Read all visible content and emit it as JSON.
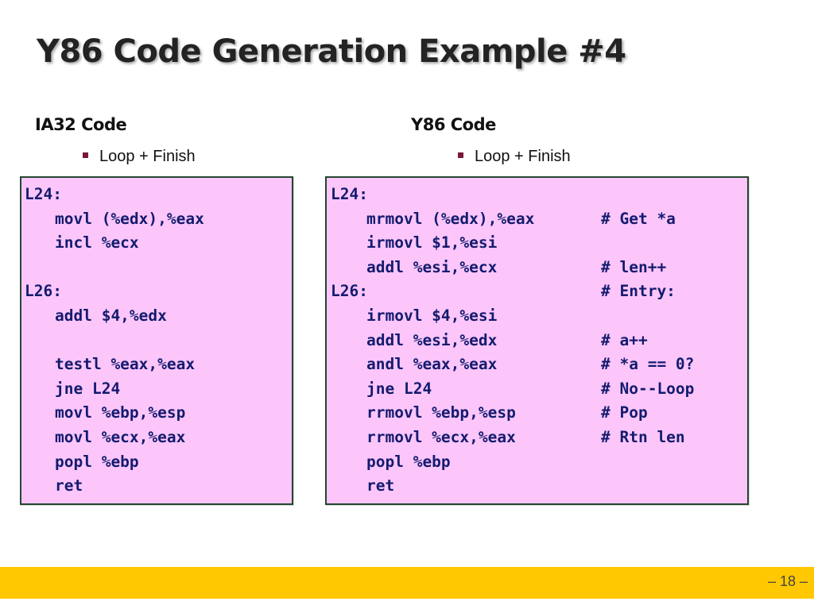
{
  "title": "Y86 Code Generation Example #4",
  "left": {
    "heading": "IA32 Code",
    "bullet": "Loop + Finish",
    "code": [
      {
        "label": "L24:",
        "instr": "",
        "comment": ""
      },
      {
        "label": "",
        "instr": "movl (%edx),%eax",
        "comment": ""
      },
      {
        "label": "",
        "instr": "incl %ecx",
        "comment": ""
      },
      {
        "label": "",
        "instr": "",
        "comment": ""
      },
      {
        "label": "L26:",
        "instr": "",
        "comment": ""
      },
      {
        "label": "",
        "instr": "addl $4,%edx",
        "comment": ""
      },
      {
        "label": "",
        "instr": "",
        "comment": ""
      },
      {
        "label": "",
        "instr": "testl %eax,%eax",
        "comment": ""
      },
      {
        "label": "",
        "instr": "jne L24",
        "comment": ""
      },
      {
        "label": "",
        "instr": "movl %ebp,%esp",
        "comment": ""
      },
      {
        "label": "",
        "instr": "movl %ecx,%eax",
        "comment": ""
      },
      {
        "label": "",
        "instr": "popl %ebp",
        "comment": ""
      },
      {
        "label": "",
        "instr": "ret",
        "comment": ""
      }
    ]
  },
  "right": {
    "heading": "Y86 Code",
    "bullet": "Loop + Finish",
    "code": [
      {
        "label": "L24:",
        "instr": "",
        "comment": ""
      },
      {
        "label": "",
        "instr": "mrmovl (%edx),%eax",
        "comment": "# Get *a"
      },
      {
        "label": "",
        "instr": "irmovl $1,%esi",
        "comment": ""
      },
      {
        "label": "",
        "instr": "addl %esi,%ecx",
        "comment": "# len++"
      },
      {
        "label": "L26:",
        "instr": "",
        "comment": "# Entry:"
      },
      {
        "label": "",
        "instr": "irmovl $4,%esi",
        "comment": ""
      },
      {
        "label": "",
        "instr": "addl %esi,%edx",
        "comment": "# a++"
      },
      {
        "label": "",
        "instr": "andl %eax,%eax",
        "comment": "# *a == 0?"
      },
      {
        "label": "",
        "instr": "jne L24",
        "comment": "# No--Loop"
      },
      {
        "label": "",
        "instr": "rrmovl %ebp,%esp",
        "comment": "# Pop"
      },
      {
        "label": "",
        "instr": "rrmovl %ecx,%eax",
        "comment": "# Rtn len"
      },
      {
        "label": "",
        "instr": "popl %ebp",
        "comment": ""
      },
      {
        "label": "",
        "instr": "ret",
        "comment": ""
      }
    ]
  },
  "footer": {
    "page_number": "– 18 –",
    "bar_color": "#ffc800"
  },
  "colors": {
    "code_background": "#fcc6fb",
    "code_border": "#23472f",
    "code_text": "#141b6e",
    "bullet_mark": "#7b1734"
  }
}
